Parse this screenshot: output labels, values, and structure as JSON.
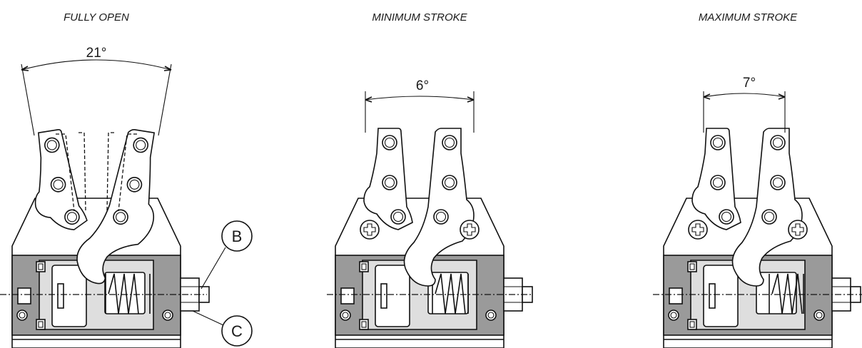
{
  "views": [
    {
      "title": "FULLY OPEN",
      "angle": "21°"
    },
    {
      "title": "MINIMUM STROKE",
      "angle": "6°"
    },
    {
      "title": "MAXIMUM STROKE",
      "angle": "7°"
    }
  ],
  "callouts": {
    "b": "B",
    "c": "C"
  }
}
